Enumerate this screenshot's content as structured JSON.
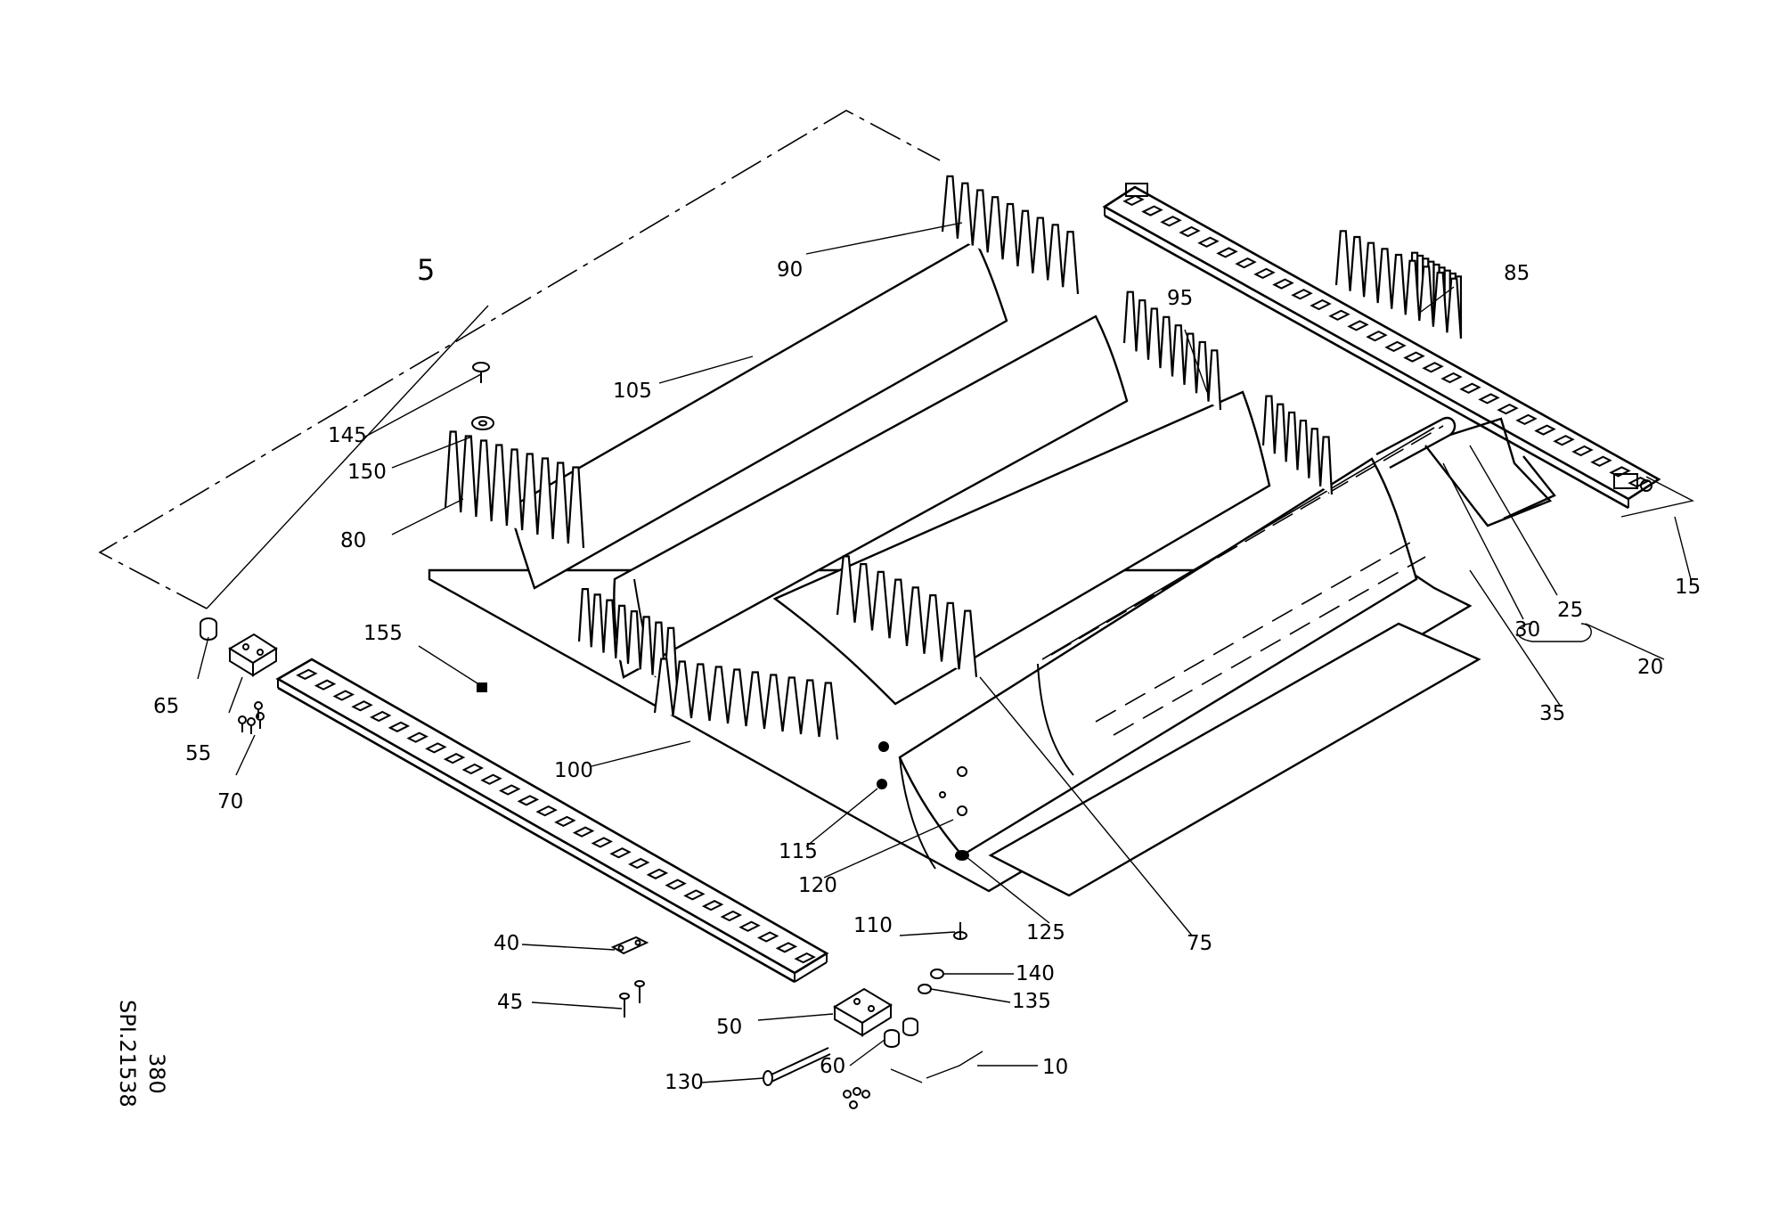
{
  "drawing": {
    "group_label": "5",
    "reference": {
      "page": "380",
      "code": "SPI.21538"
    },
    "callouts": [
      {
        "id": "c5",
        "label": "5"
      },
      {
        "id": "c10",
        "label": "10"
      },
      {
        "id": "c15",
        "label": "15"
      },
      {
        "id": "c20",
        "label": "20"
      },
      {
        "id": "c25",
        "label": "25"
      },
      {
        "id": "c30",
        "label": "30"
      },
      {
        "id": "c35",
        "label": "35"
      },
      {
        "id": "c40",
        "label": "40"
      },
      {
        "id": "c45",
        "label": "45"
      },
      {
        "id": "c50",
        "label": "50"
      },
      {
        "id": "c55",
        "label": "55"
      },
      {
        "id": "c60",
        "label": "60"
      },
      {
        "id": "c65",
        "label": "65"
      },
      {
        "id": "c70",
        "label": "70"
      },
      {
        "id": "c75",
        "label": "75"
      },
      {
        "id": "c80",
        "label": "80"
      },
      {
        "id": "c85",
        "label": "85"
      },
      {
        "id": "c90",
        "label": "90"
      },
      {
        "id": "c95",
        "label": "95"
      },
      {
        "id": "c100",
        "label": "100"
      },
      {
        "id": "c105",
        "label": "105"
      },
      {
        "id": "c110",
        "label": "110"
      },
      {
        "id": "c115",
        "label": "115"
      },
      {
        "id": "c120",
        "label": "120"
      },
      {
        "id": "c125",
        "label": "125"
      },
      {
        "id": "c130",
        "label": "130"
      },
      {
        "id": "c135",
        "label": "135"
      },
      {
        "id": "c140",
        "label": "140"
      },
      {
        "id": "c145",
        "label": "145"
      },
      {
        "id": "c150",
        "label": "150"
      },
      {
        "id": "c155",
        "label": "155"
      }
    ]
  },
  "colors": {
    "ink": "#000000",
    "paper": "#ffffff"
  }
}
